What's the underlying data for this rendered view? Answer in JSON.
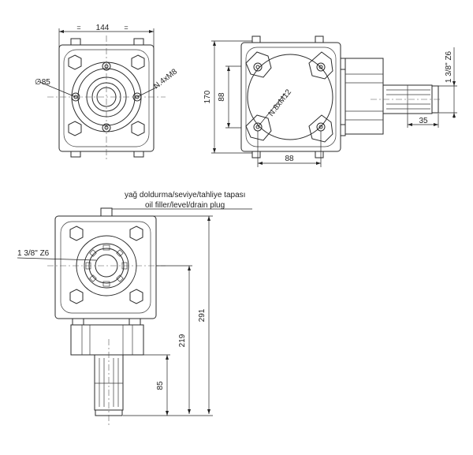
{
  "top_view": {
    "width_label": "144",
    "bolt_circle_label": "∅85",
    "holes_label": "N.4xM8"
  },
  "side_view": {
    "height_label": "170",
    "spacing_v_label": "88",
    "spacing_h_label": "88",
    "holes_label": "N.8xM12",
    "shaft_label": "1 3/8\" Z6",
    "shaft_len_label": "35"
  },
  "front_view": {
    "plug_label_tr": "yağ doldurma/seviye/tahliye tapası",
    "plug_label_en": "oil filler/level/drain plug",
    "shaft_label": "1 3/8\" Z6",
    "total_label": "291",
    "mid_label": "219",
    "shaft_len_label": "85"
  }
}
